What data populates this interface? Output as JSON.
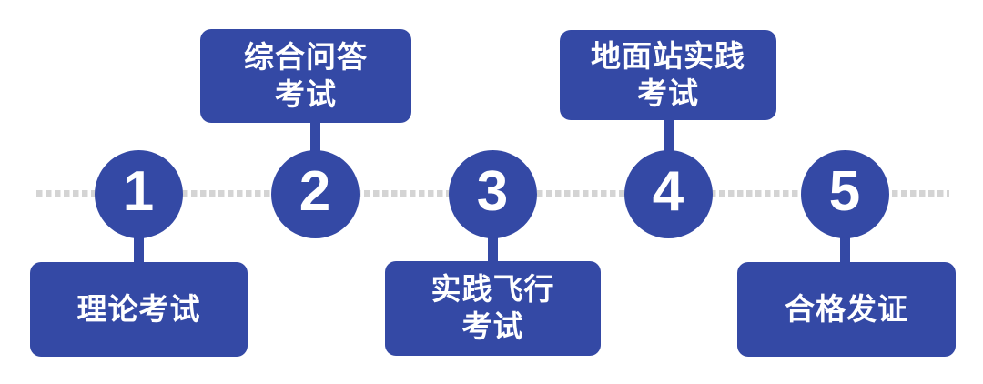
{
  "diagram": {
    "type": "process-timeline",
    "description_visible_text_only": true,
    "steps": [
      {
        "number": "1",
        "label": "理论考试",
        "label_position": "below"
      },
      {
        "number": "2",
        "label": "综合问答\n考试",
        "label_position": "above"
      },
      {
        "number": "3",
        "label": "实践飞行\n考试",
        "label_position": "below"
      },
      {
        "number": "4",
        "label": "地面站实践\n考试",
        "label_position": "above"
      },
      {
        "number": "5",
        "label": "合格发证",
        "label_position": "below"
      }
    ],
    "timeline": {
      "style": "dotted",
      "dash_color": "#D4D4D4"
    },
    "colors": {
      "primary_blue": "#3449A5",
      "dash_gray": "#D4D4D4",
      "text_white": "#FFFFFF",
      "background": "#FFFFFF"
    }
  }
}
